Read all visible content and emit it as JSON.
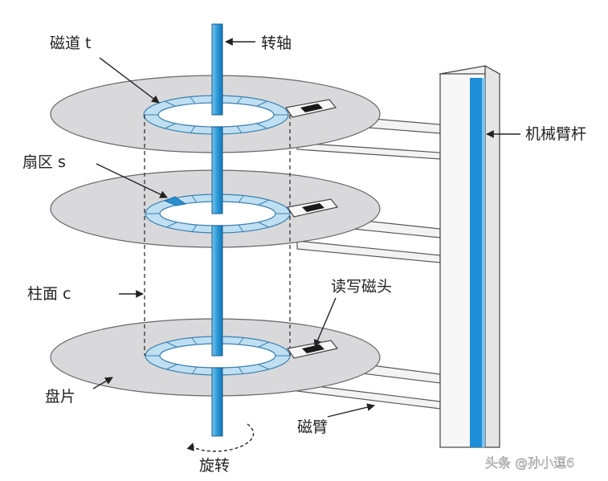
{
  "labels": {
    "track": "磁道 t",
    "spindle": "转轴",
    "sector": "扇区 s",
    "arm_rod": "机械臂杆",
    "cylinder": "柱面 c",
    "rw_head": "读写磁头",
    "platter": "盘片",
    "arm": "磁臂",
    "rotation": "旋转"
  },
  "watermark": "头条 @孙小逗6",
  "colors": {
    "platter": "#d9d9db",
    "track_ring": "#bfe0f2",
    "sector_highlight": "#2a8fd0",
    "spindle": "#2a9ad6",
    "rod_blue": "#1e8fd6",
    "head": "#1a1a1a"
  }
}
